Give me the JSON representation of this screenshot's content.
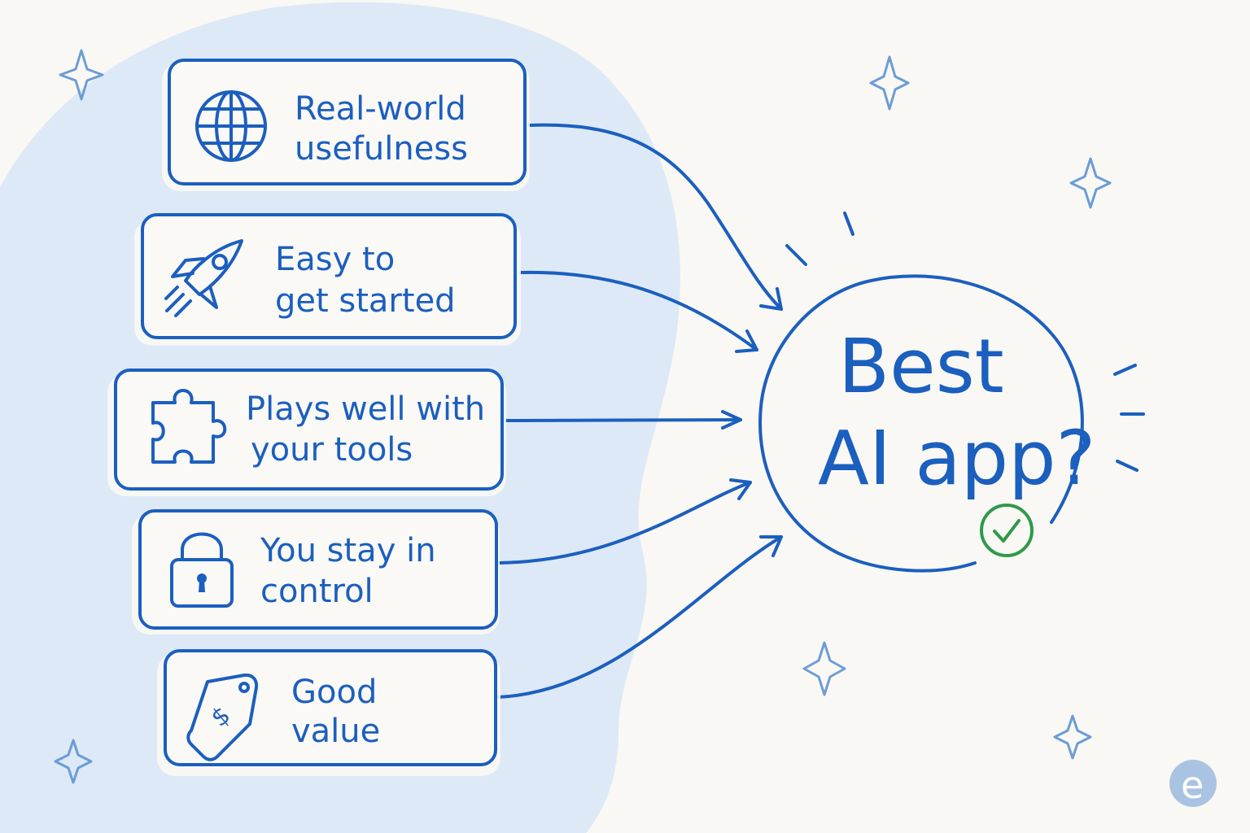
{
  "cards": [
    {
      "line1": "Real-world",
      "line2": "usefulness",
      "icon": "globe-icon"
    },
    {
      "line1": "Easy to",
      "line2": "get started",
      "icon": "rocket-icon"
    },
    {
      "line1": "Plays well with",
      "line2": "your tools",
      "icon": "puzzle-icon"
    },
    {
      "line1": "You stay in",
      "line2": "control",
      "icon": "lock-icon"
    },
    {
      "line1": "Good",
      "line2": "value",
      "icon": "price-tag-icon"
    }
  ],
  "center": {
    "line1": "Best",
    "line2": "AI app?",
    "badge_icon": "check-circle-icon"
  },
  "logo": {
    "letter": "e",
    "icon": "logo-icon"
  },
  "colors": {
    "ink": "#1b5fbf",
    "blob": "#dde9f6",
    "background": "#faf8f4",
    "check": "#2e9a4a",
    "sparkle": "#6b9dd6"
  }
}
